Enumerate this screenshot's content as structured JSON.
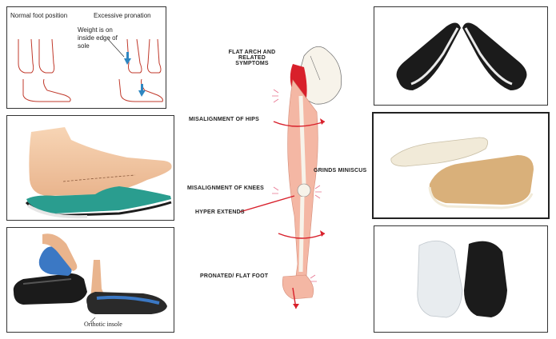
{
  "top_left_panel": {
    "normal_label": "Normal foot position",
    "excessive_label": "Excessive pronation",
    "note": "Weight is on inside edge of sole"
  },
  "bottom_left_panel": {
    "caption": "Orthotic insole"
  },
  "center_diagram": {
    "flat_arch": "FLAT ARCH AND RELATED SYMPTOMS",
    "hips": "MISALIGNMENT OF HIPS",
    "knees": "MISALIGNMENT OF KNEES",
    "hyper": "HYPER EXTENDS",
    "miniscus": "GRINDS MINISCUS",
    "pronated": "PRONATED/ FLAT FOOT"
  },
  "colors": {
    "skin": "#f3c9a4",
    "insole_green": "#2a9d8f",
    "leg_pink": "#f4b7a4",
    "arrow_red": "#d8202b",
    "cream": "#f1ead8",
    "tan": "#d9b07a",
    "black": "#1b1b1b"
  }
}
